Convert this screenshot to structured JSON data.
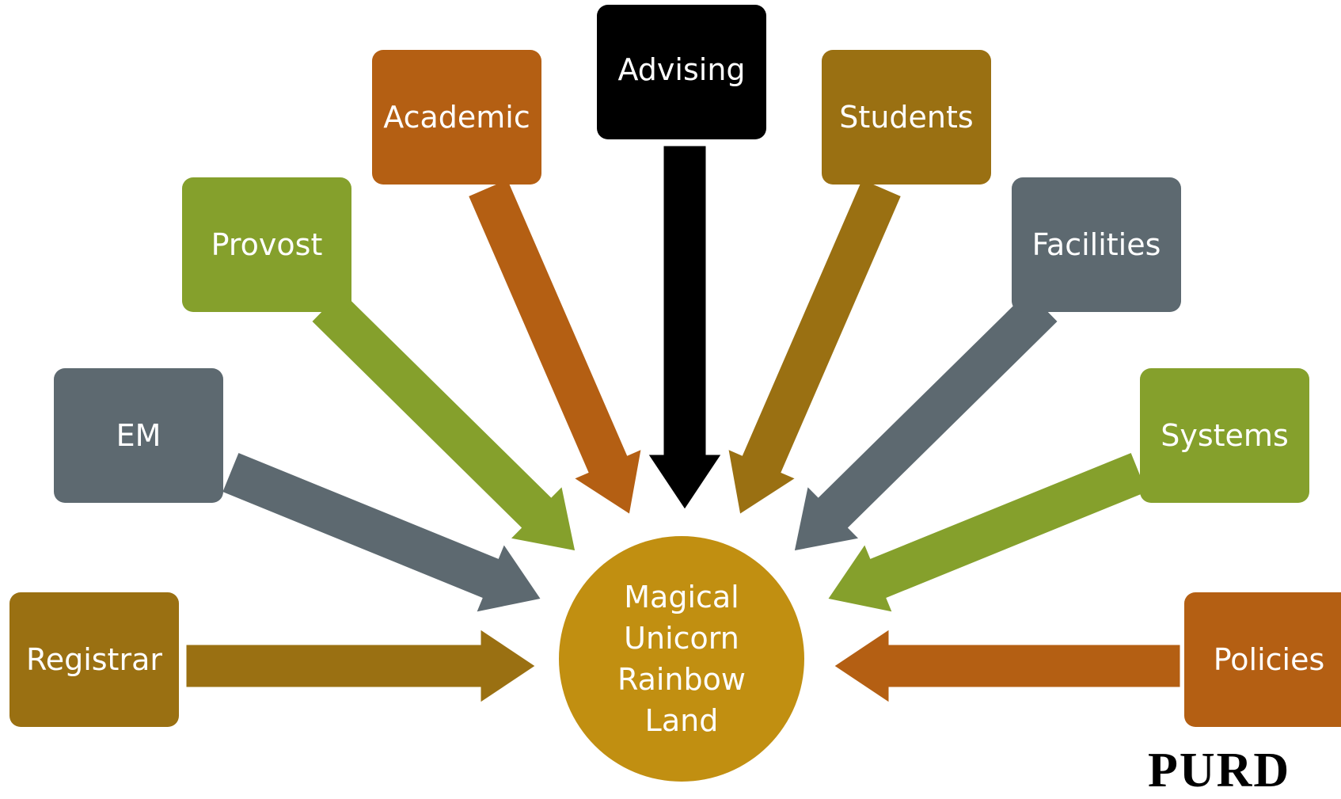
{
  "diagram": {
    "center": {
      "lines": [
        "Magical",
        "Unicorn",
        "Rainbow",
        "Land"
      ],
      "color": "#c18f11"
    },
    "nodes": [
      {
        "id": "registrar",
        "label": "Registrar",
        "color": "#9a7012"
      },
      {
        "id": "em",
        "label": "EM",
        "color": "#5d6970"
      },
      {
        "id": "provost",
        "label": "Provost",
        "color": "#85a02c"
      },
      {
        "id": "academic",
        "label": "Academic",
        "color": "#b45f13"
      },
      {
        "id": "advising",
        "label": "Advising",
        "color": "#000000"
      },
      {
        "id": "students",
        "label": "Students",
        "color": "#9a7012"
      },
      {
        "id": "facilities",
        "label": "Facilities",
        "color": "#5d6970"
      },
      {
        "id": "systems",
        "label": "Systems",
        "color": "#85a02c"
      },
      {
        "id": "policies",
        "label": "Policies",
        "color": "#b45f13"
      }
    ]
  },
  "logo": {
    "text": "PURD"
  }
}
